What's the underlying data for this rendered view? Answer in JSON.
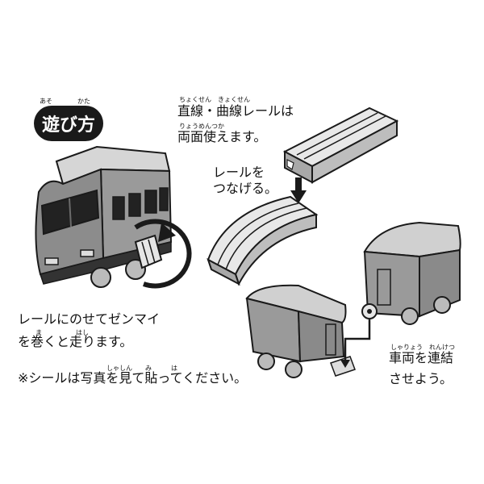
{
  "header": {
    "badge_label": "遊び方",
    "badge_ruby_1": "あそ",
    "badge_ruby_2": "かた"
  },
  "rail_note": {
    "ruby_line1": "ちょくせん　きょくせん",
    "line1": "直線・曲線レールは",
    "ruby_line2": "りょうめんつか",
    "line2": "両面使えます。"
  },
  "connect_note": {
    "line1": "レールを",
    "line2": "つなげる。"
  },
  "wind_note": {
    "line1": "レールにのせてゼンマイ",
    "ruby_line2a": "ま",
    "ruby_line2b": "はし",
    "line2": "を巻くと走ります。"
  },
  "sticker_note": {
    "ruby": "しゃしん　　み　　　は",
    "line": "※シールは写真を見て貼ってください。"
  },
  "couple_note": {
    "ruby": "しゃりょう　れんけつ",
    "line1": "車両を連結",
    "line2": "させよう。"
  },
  "colors": {
    "ink": "#1a1a1a",
    "rail_fill": "#d9d9d9",
    "car_body": "#8c8c8c",
    "car_roof": "#bfbfbf",
    "train_window": "#222222"
  },
  "icons": [
    "arrow-down-icon",
    "rotate-arrow-icon",
    "coupler-icon",
    "connector-arrow-icon"
  ]
}
